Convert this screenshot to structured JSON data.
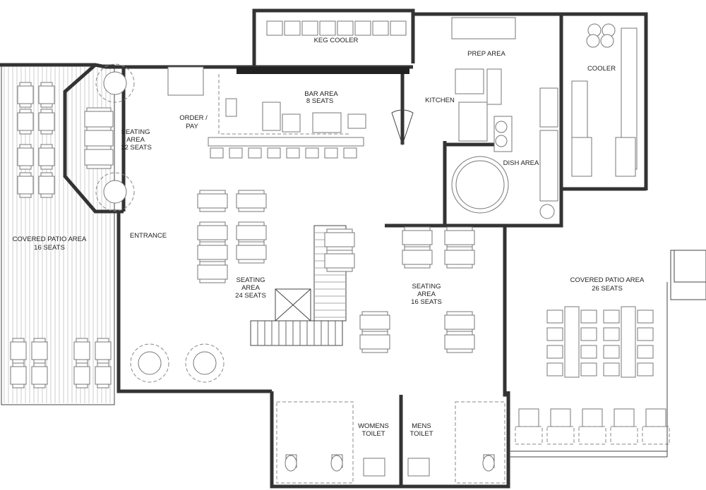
{
  "plan": {
    "keg_cooler": "KEG COOLER",
    "prep_area": "PREP AREA",
    "cooler": "COOLER",
    "bar_area": {
      "name": "BAR AREA",
      "seats": "8 SEATS"
    },
    "kitchen": "KITCHEN",
    "order_pay": {
      "line1": "ORDER /",
      "line2": "PAY"
    },
    "seating_12": {
      "line1": "SEATING",
      "line2": "AREA",
      "seats": "12 SEATS"
    },
    "dish_area": "DISH AREA",
    "patio_16": {
      "name": "COVERED PATIO AREA",
      "seats": "16 SEATS"
    },
    "entrance": "ENTRANCE",
    "seating_24": {
      "line1": "SEATING",
      "line2": "AREA",
      "seats": "24 SEATS"
    },
    "seating_16": {
      "line1": "SEATING",
      "line2": "AREA",
      "seats": "16 SEATS"
    },
    "patio_26": {
      "name": "COVERED PATIO AREA",
      "seats": "26 SEATS"
    },
    "womens_toilet": {
      "line1": "WOMENS",
      "line2": "TOILET"
    },
    "mens_toilet": {
      "line1": "MENS",
      "line2": "TOILET"
    }
  }
}
